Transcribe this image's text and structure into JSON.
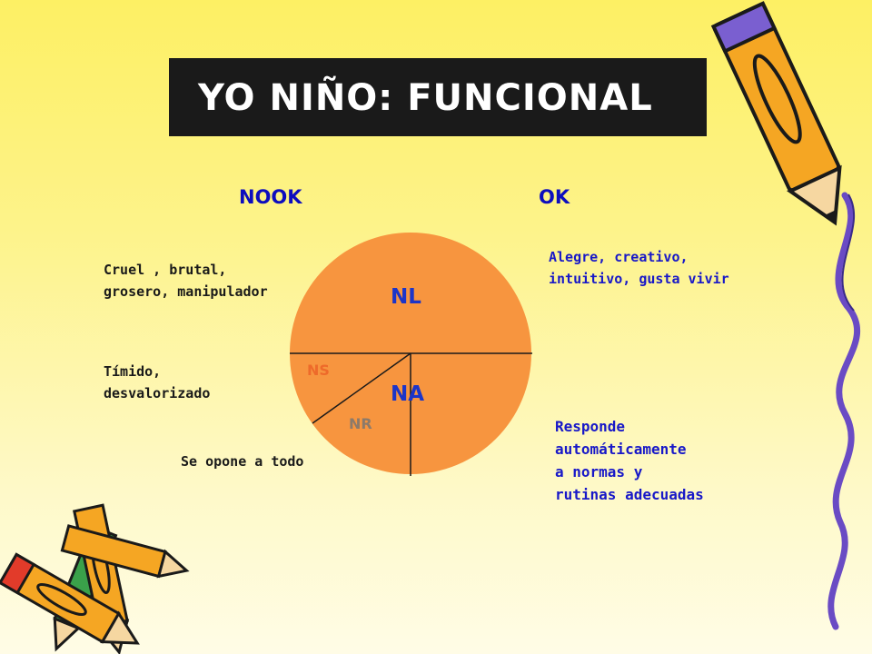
{
  "title": "YO NIÑO: FUNCIONAL",
  "headers": {
    "nook": "NOOK",
    "ok": "OK"
  },
  "labels": {
    "cruel": [
      "Cruel , brutal,",
      "grosero, manipulador"
    ],
    "timido": [
      "Tímido,",
      "desvalorizado"
    ],
    "opone": [
      "Se opone a todo"
    ],
    "alegre": [
      "Alegre, creativo,",
      "intuitivo, gusta vivir"
    ],
    "responde": [
      "Responde",
      "automáticamente",
      "a normas y",
      "rutinas adecuadas"
    ]
  },
  "segments": {
    "nl": "NL",
    "na": "NA",
    "ns": "NS",
    "nr": "NR"
  },
  "colors": {
    "circle": "#f7953f",
    "title_bg": "#1a1a1a",
    "title_text": "#ffffff",
    "header_text": "#0d0dbe",
    "segment_primary": "#1c35c8",
    "segment_secondary": "#ee6a2a",
    "segment_tertiary": "#8c7a6a"
  },
  "icons": [
    "pencil-icon-top-right",
    "pencils-icon-bottom-left",
    "squiggle-line-right"
  ]
}
